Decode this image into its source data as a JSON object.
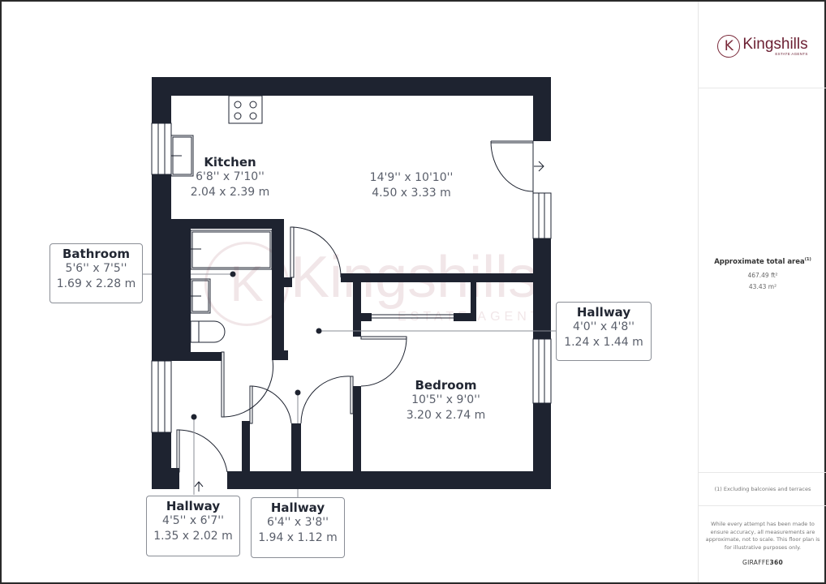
{
  "brand": {
    "logo_letter": "K",
    "name": "Kingshills",
    "subtitle": "ESTATE AGENTS",
    "color": "#6b1f32"
  },
  "watermark": {
    "name": "Kingshills",
    "subtitle": "ESTATE AGENTS",
    "letter": "K"
  },
  "summary": {
    "title": "Approximate total area",
    "footnote_marker": "(1)",
    "area_ft": "467.49 ft²",
    "area_m": "43.43 m²",
    "footnote": "(1) Excluding balconies and terraces",
    "disclaimer": "While every attempt has been made to ensure accuracy, all measurements are approximate, not to scale. This floor plan is for illustrative purposes only.",
    "provider_a": "GIRAFFE",
    "provider_b": "360"
  },
  "rooms": {
    "kitchen": {
      "name": "Kitchen",
      "imperial": "6'8'' x 7'10''",
      "metric": "2.04 x 2.39 m"
    },
    "living": {
      "name": "",
      "imperial": "14'9'' x 10'10''",
      "metric": "4.50 x 3.33 m"
    },
    "bedroom": {
      "name": "Bedroom",
      "imperial": "10'5'' x 9'0''",
      "metric": "3.20 x 2.74 m"
    }
  },
  "callouts": {
    "bathroom": {
      "name": "Bathroom",
      "imperial": "5'6'' x 7'5''",
      "metric": "1.69 x 2.28 m"
    },
    "hallway_right": {
      "name": "Hallway",
      "imperial": "4'0'' x 4'8''",
      "metric": "1.24 x 1.44 m"
    },
    "hallway_entry": {
      "name": "Hallway",
      "imperial": "4'5'' x 6'7''",
      "metric": "1.35 x 2.02 m"
    },
    "hallway_middle": {
      "name": "Hallway",
      "imperial": "6'4'' x 3'8''",
      "metric": "1.94 x 1.12 m"
    }
  },
  "colors": {
    "wall": "#1e2330",
    "text_dark": "#222733",
    "text_dim": "#5a5f6b",
    "callout_border": "#8a8e96"
  }
}
